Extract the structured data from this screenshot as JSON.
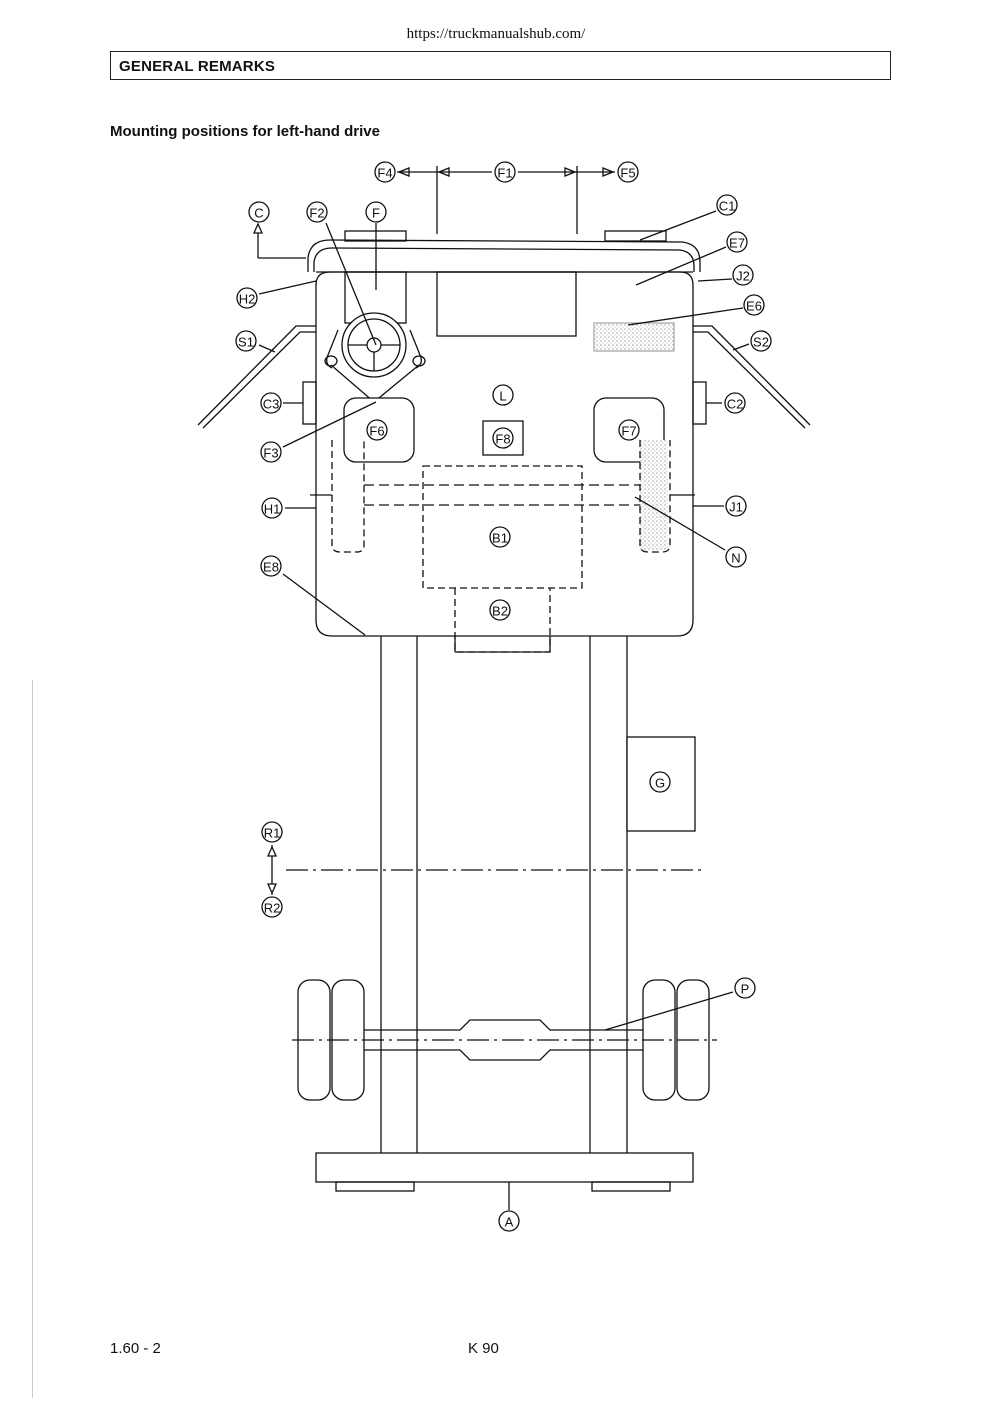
{
  "page": {
    "url": "https://truckmanualshub.com/",
    "section_title": "GENERAL REMARKS",
    "subtitle": "Mounting positions for left-hand drive",
    "page_number": "1.60 - 2",
    "model": "K 90"
  },
  "diagram": {
    "labels": {
      "F4": "F4",
      "F1": "F1",
      "F5": "F5",
      "C": "C",
      "F2": "F2",
      "F": "F",
      "C1": "C1",
      "E7": "E7",
      "J2": "J2",
      "H2": "H2",
      "E6": "E6",
      "S1": "S1",
      "S2": "S2",
      "C3": "C3",
      "C2": "C2",
      "L": "L",
      "F6": "F6",
      "F8": "F8",
      "F7": "F7",
      "F3": "F3",
      "H1": "H1",
      "J1": "J1",
      "B1": "B1",
      "N": "N",
      "E8": "E8",
      "B2": "B2",
      "G": "G",
      "R1": "R1",
      "R2": "R2",
      "P": "P",
      "A": "A"
    }
  }
}
